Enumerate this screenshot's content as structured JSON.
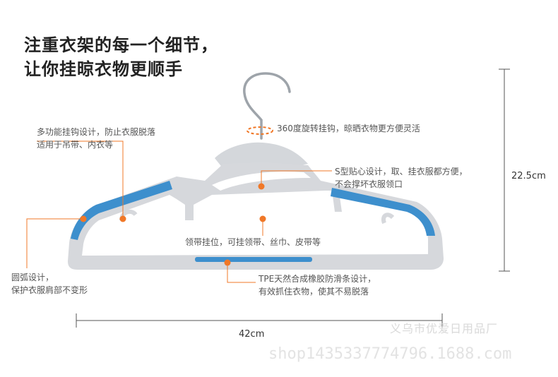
{
  "title": {
    "line1": "注重衣架的每一个细节，",
    "line2": "让你挂晾衣物更顺手"
  },
  "notes": {
    "hook": "多功能挂钩设计，防止衣服脱落\n适用于吊带、内衣等",
    "rotate": "360度旋转挂钩，晾晒衣物更方便灵活",
    "s_shape": "S型贴心设计，取、挂衣服都方便，\n不会撑坏衣服领口",
    "strap": "领带挂位，可挂领带、丝巾、皮带等",
    "shoulder": "圆弧设计，\n保护衣服肩部不变形",
    "tpe": "TPE天然合成橡胶防滑条设计，\n有效抓住衣物，使其不易脱落"
  },
  "dimensions": {
    "height": "22.5cm",
    "width": "42cm"
  },
  "watermark": {
    "store": "义乌市优爱日用品厂",
    "url": "shop1435337774796.1688.com"
  },
  "colors": {
    "hanger_body": "#d6d8dc",
    "grip_strip": "#3d8fcd",
    "callout": "#f07828"
  }
}
